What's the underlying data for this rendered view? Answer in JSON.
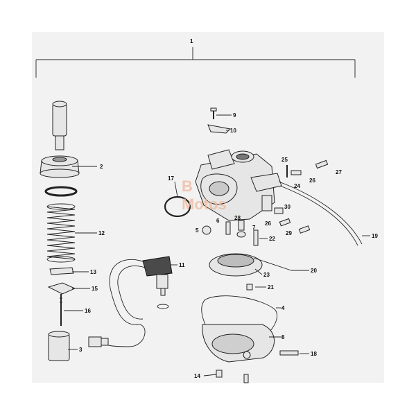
{
  "diagram": {
    "background": "#ffffff",
    "panel_color": "#f2f2f2",
    "callouts": {
      "c1": "1",
      "c2": "2",
      "c3": "3",
      "c4": "4",
      "c5": "5",
      "c6": "6",
      "c7": "7",
      "c8": "8",
      "c9": "9",
      "c10": "10",
      "c11": "11",
      "c12": "12",
      "c13": "13",
      "c14": "14",
      "c15": "15",
      "c16": "16",
      "c17": "17",
      "c18": "18",
      "c19": "19",
      "c20": "20",
      "c21": "21",
      "c22": "22",
      "c23": "23",
      "c24": "24",
      "c25": "25",
      "c26": "26",
      "c26b": "26",
      "c27": "27",
      "c28": "28",
      "c29": "29",
      "c30": "30"
    },
    "watermark": {
      "line1": "B",
      "line2": "Motos",
      "color": "#f0b89a"
    }
  }
}
